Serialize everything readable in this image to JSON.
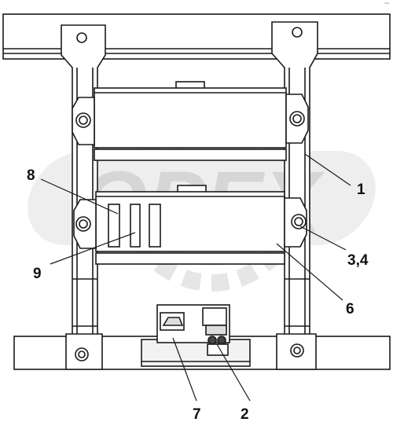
{
  "diagram": {
    "watermark": "OPEX",
    "callouts": [
      {
        "id": "c1",
        "text": "1"
      },
      {
        "id": "c2",
        "text": "2"
      },
      {
        "id": "c34",
        "text": "3,4"
      },
      {
        "id": "c6",
        "text": "6"
      },
      {
        "id": "c7",
        "text": "7"
      },
      {
        "id": "c8",
        "text": "8"
      },
      {
        "id": "c9",
        "text": "9"
      }
    ],
    "corner_mark": "~"
  },
  "colors": {
    "ink": "#1a1a1a",
    "shade": "#d9d9d9",
    "watermark": "#e2e2e2"
  }
}
